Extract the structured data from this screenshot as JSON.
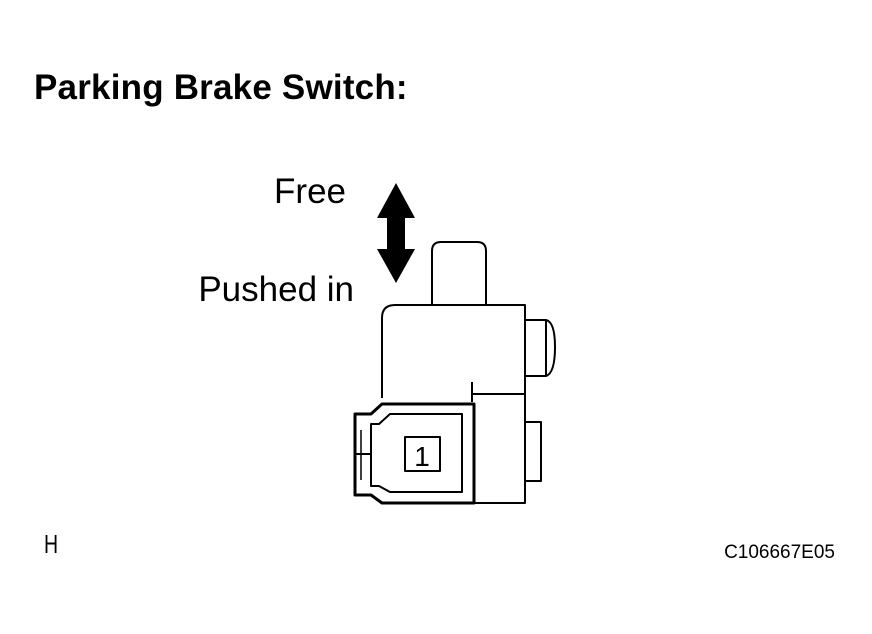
{
  "diagram": {
    "title": "Parking Brake Switch:",
    "labels": {
      "free": "Free",
      "pushed_in": "Pushed in"
    },
    "terminal_number": "1",
    "corner_mark": "H",
    "figure_code": "C106667E05"
  },
  "colors": {
    "line": "#000000",
    "background": "#ffffff"
  },
  "icons": {
    "movement": "double-arrow-vertical-icon"
  }
}
